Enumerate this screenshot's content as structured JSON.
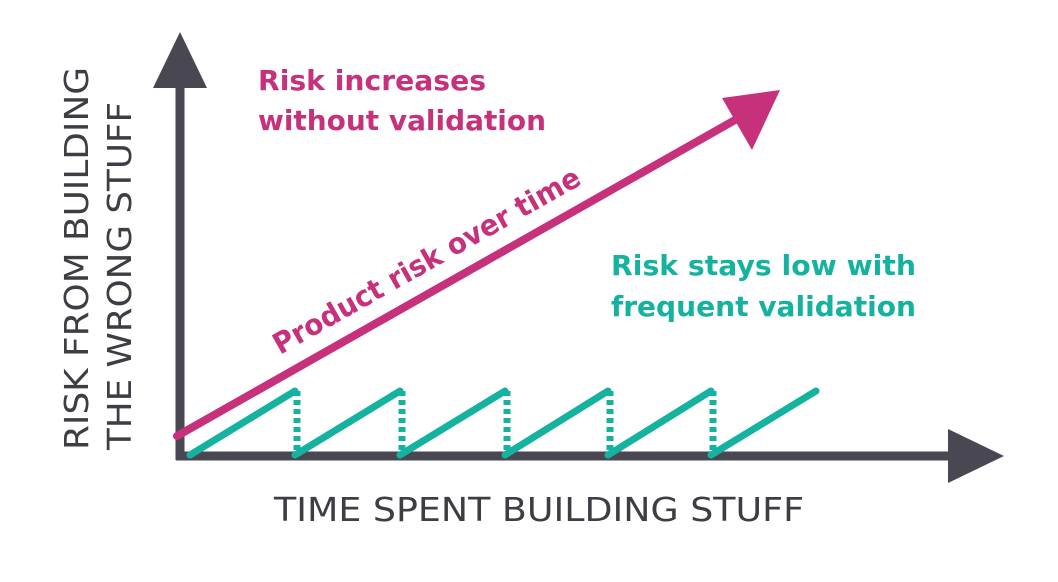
{
  "colors": {
    "axis": "#494852",
    "risk": "#c7317b",
    "validation": "#14b29f",
    "text": "#3e3d44"
  },
  "x_axis_label": "TIME SPENT BUILDING STUFF",
  "y_axis_label": {
    "line1": "RISK FROM BUILDING",
    "line2": "THE WRONG STUFF"
  },
  "risk_callout": {
    "line1": "Risk increases",
    "line2": "without validation"
  },
  "risk_arrow_label": "Product risk over time",
  "validation_callout": {
    "line1": "Risk stays low with",
    "line2": "frequent validation"
  }
}
